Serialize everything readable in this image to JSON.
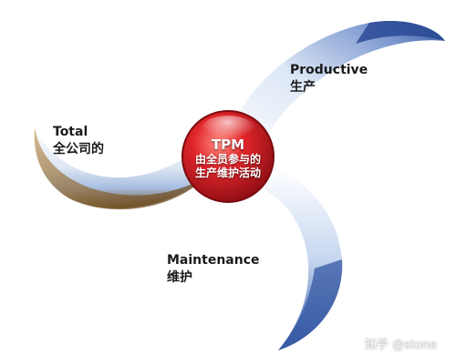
{
  "center": {
    "line1": "TPM",
    "line2": "由全员参与的",
    "line3": "生产维护活动"
  },
  "blades": [
    {
      "name": "productive",
      "en": "Productive",
      "zh": "生产"
    },
    {
      "name": "total",
      "en": "Total",
      "zh": "全公司的"
    },
    {
      "name": "maintenance",
      "en": "Maintenance",
      "zh": "维护"
    }
  ],
  "watermark": "知乎 @stone",
  "colors": {
    "blade_edge": "#3a5fa8",
    "blade_light": "#ffffff",
    "total_edge": "#7a5a28",
    "center": "#c4161c"
  }
}
